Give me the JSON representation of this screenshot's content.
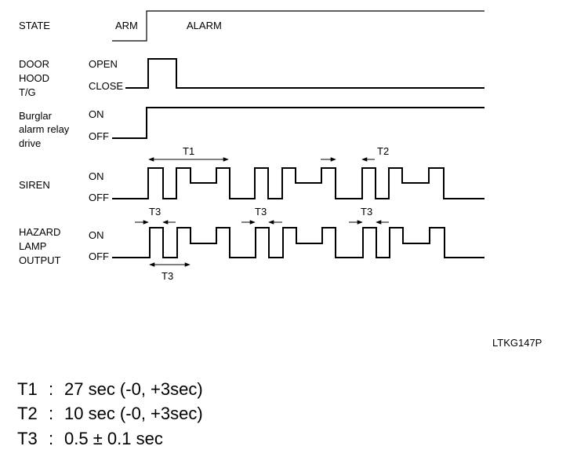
{
  "signals": {
    "state": {
      "label": [
        "STATE"
      ],
      "levels": [
        "ARM",
        "ALARM"
      ]
    },
    "door": {
      "label": [
        "DOOR",
        "HOOD",
        "T/G"
      ],
      "levels": [
        "OPEN",
        "CLOSE"
      ]
    },
    "burglar": {
      "label": [
        "Burglar",
        "alarm relay",
        "drive"
      ],
      "levels": [
        "ON",
        "OFF"
      ]
    },
    "siren": {
      "label": [
        "SIREN"
      ],
      "levels": [
        "ON",
        "OFF"
      ]
    },
    "hazard": {
      "label": [
        "HAZARD",
        "LAMP",
        "OUTPUT"
      ],
      "levels": [
        "ON",
        "OFF"
      ]
    }
  },
  "timing_marks": [
    "T1",
    "T2",
    "T3",
    "T3",
    "T3",
    "T3"
  ],
  "figure_code": "LTKG147P",
  "legend": [
    {
      "name": "T1",
      "sep": ":",
      "value": "27 sec (-0, +3sec)"
    },
    {
      "name": "T2",
      "sep": ":",
      "value": "10 sec (-0, +3sec)"
    },
    {
      "name": "T3",
      "sep": ":",
      "value": "0.5 ± 0.1 sec"
    }
  ]
}
